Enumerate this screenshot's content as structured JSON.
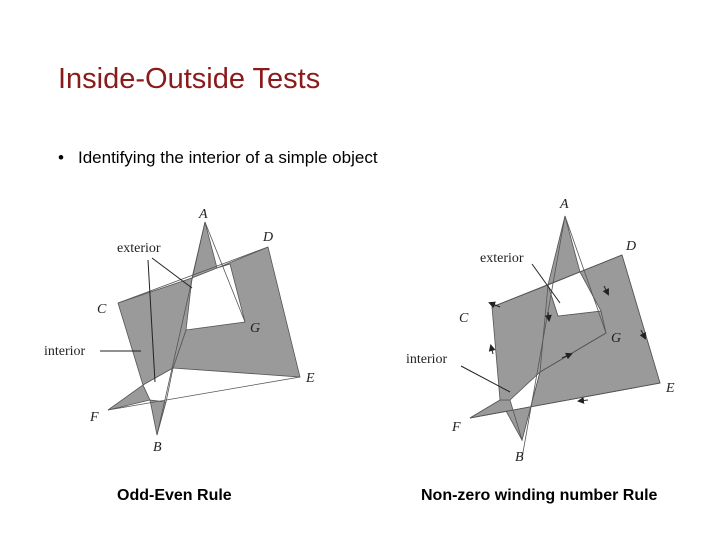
{
  "slide": {
    "title": "Inside-Outside Tests",
    "bullet": "Identifying the interior of a simple object"
  },
  "diagram_left": {
    "caption": "Odd-Even Rule",
    "labels": {
      "exterior": "exterior",
      "interior": "interior",
      "A": "A",
      "B": "B",
      "C": "C",
      "D": "D",
      "E": "E",
      "F": "F",
      "G": "G"
    }
  },
  "diagram_right": {
    "caption": "Non-zero winding number Rule",
    "labels": {
      "exterior": "exterior",
      "interior": "interior",
      "A": "A",
      "B": "B",
      "C": "C",
      "D": "D",
      "E": "E",
      "F": "F",
      "G": "G"
    }
  },
  "colors": {
    "title": "#8b1a1a",
    "fill": "#9a9a9a"
  }
}
